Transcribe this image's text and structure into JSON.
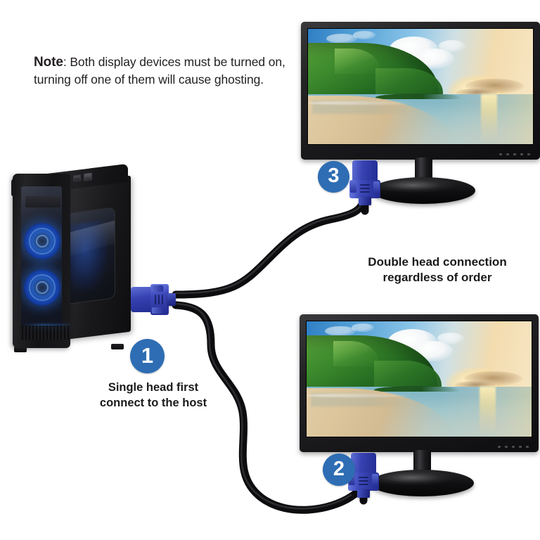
{
  "document": {
    "kind": "product-infographic",
    "subject": "VGA splitter cable dual-monitor connection diagram",
    "background_color": "#ffffff"
  },
  "note": {
    "label": "Note",
    "separator": ": ",
    "line1_rest": "Both display devices must be turned on,",
    "line2": "turning off one of them will cause ghosting."
  },
  "captions": {
    "double_head": {
      "line1": "Double head connection",
      "line2": "regardless of order"
    },
    "single_head": {
      "line1": "Single head first",
      "line2": "connect to the host"
    }
  },
  "badges": [
    {
      "id": "badge-1",
      "number": "1",
      "color": "#2e6db4",
      "text_color": "#ffffff",
      "describes": "vga-connector-to-pc"
    },
    {
      "id": "badge-2",
      "number": "2",
      "color": "#2e6db4",
      "text_color": "#ffffff",
      "describes": "vga-connector-to-bottom-monitor"
    },
    {
      "id": "badge-3",
      "number": "3",
      "color": "#2e6db4",
      "text_color": "#ffffff",
      "describes": "vga-connector-to-top-monitor"
    }
  ],
  "devices": {
    "pc_tower": {
      "name": "Desktop PC tower",
      "chassis_color": "#17171a",
      "fan_glow_color": "#2a6ee6",
      "has_side_window": true,
      "fan_count": 2
    },
    "monitor_top": {
      "name": "Display 3",
      "bezel_color": "#1a1a1c",
      "wallpaper": "tropical beach sunset with green mountain"
    },
    "monitor_bottom": {
      "name": "Display 2",
      "bezel_color": "#1a1a1c",
      "wallpaper": "tropical beach sunset with green mountain"
    }
  },
  "cables": {
    "color": "#1c1c1e",
    "connector_color": "#2f3aa8",
    "count": 2,
    "routes": [
      {
        "from": "pc-vga-connector",
        "to": "top-monitor-vga-connector"
      },
      {
        "from": "pc-vga-connector",
        "to": "bottom-monitor-vga-connector"
      }
    ]
  },
  "wallpaper_scene": {
    "sky": "#57a3d8",
    "sun_glow": "#ffeec0",
    "mountain": "#2d7526",
    "water": "#9fc6cb",
    "sand": "#dcc59b"
  }
}
